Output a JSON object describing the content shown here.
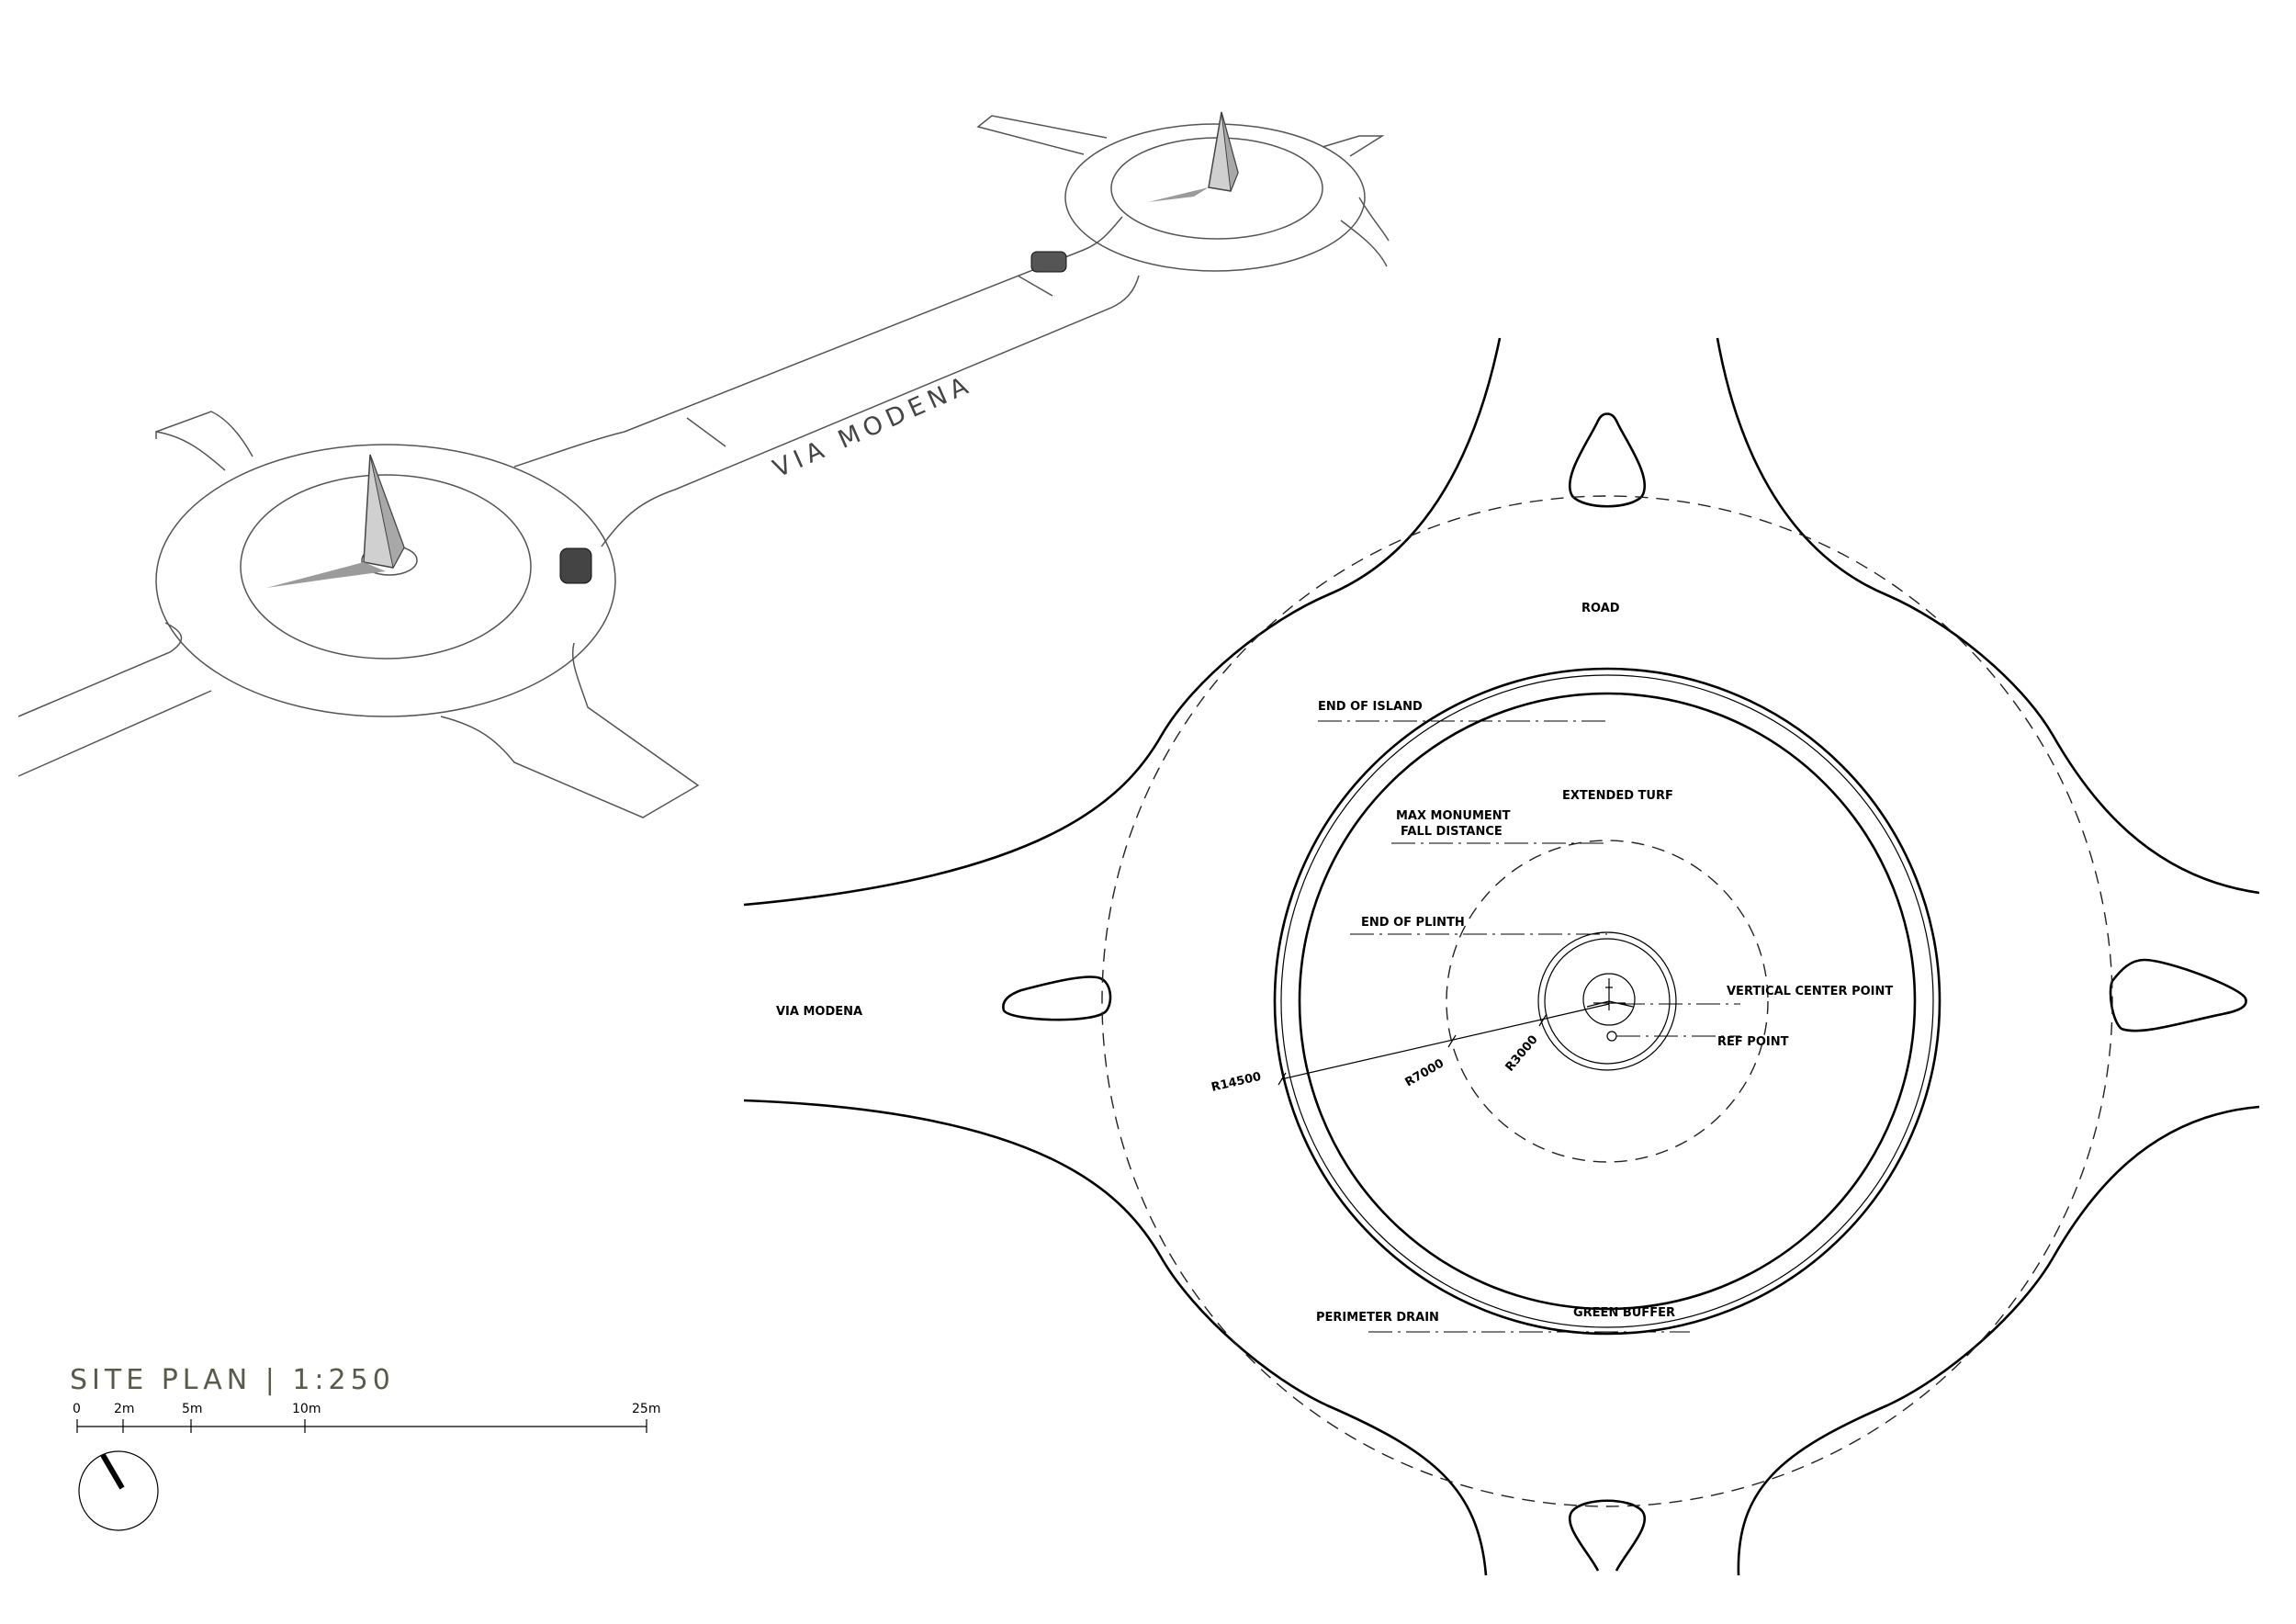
{
  "iso_view": {
    "road_label": "VIA MODENA"
  },
  "plan_view": {
    "labels": {
      "road": "ROAD",
      "end_of_island": "END OF ISLAND",
      "extended_turf": "EXTENDED TURF",
      "max_monument_line1": "MAX MONUMENT",
      "max_monument_line2": "FALL DISTANCE",
      "end_of_plinth": "END OF PLINTH",
      "vertical_center_point": "VERTICAL CENTER POINT",
      "ref_point": "REF POINT",
      "via_modena": "VIA MODENA",
      "perimeter_drain": "PERIMETER DRAIN",
      "green_buffer": "GREEN BUFFER"
    },
    "dimensions": {
      "r14500": "R14500",
      "r7000": "R7000",
      "r3000": "R3000"
    }
  },
  "title_block": {
    "title": "SITE PLAN | 1:250",
    "scale_ticks": [
      "0",
      "2m",
      "5m",
      "10m",
      "25m"
    ]
  }
}
